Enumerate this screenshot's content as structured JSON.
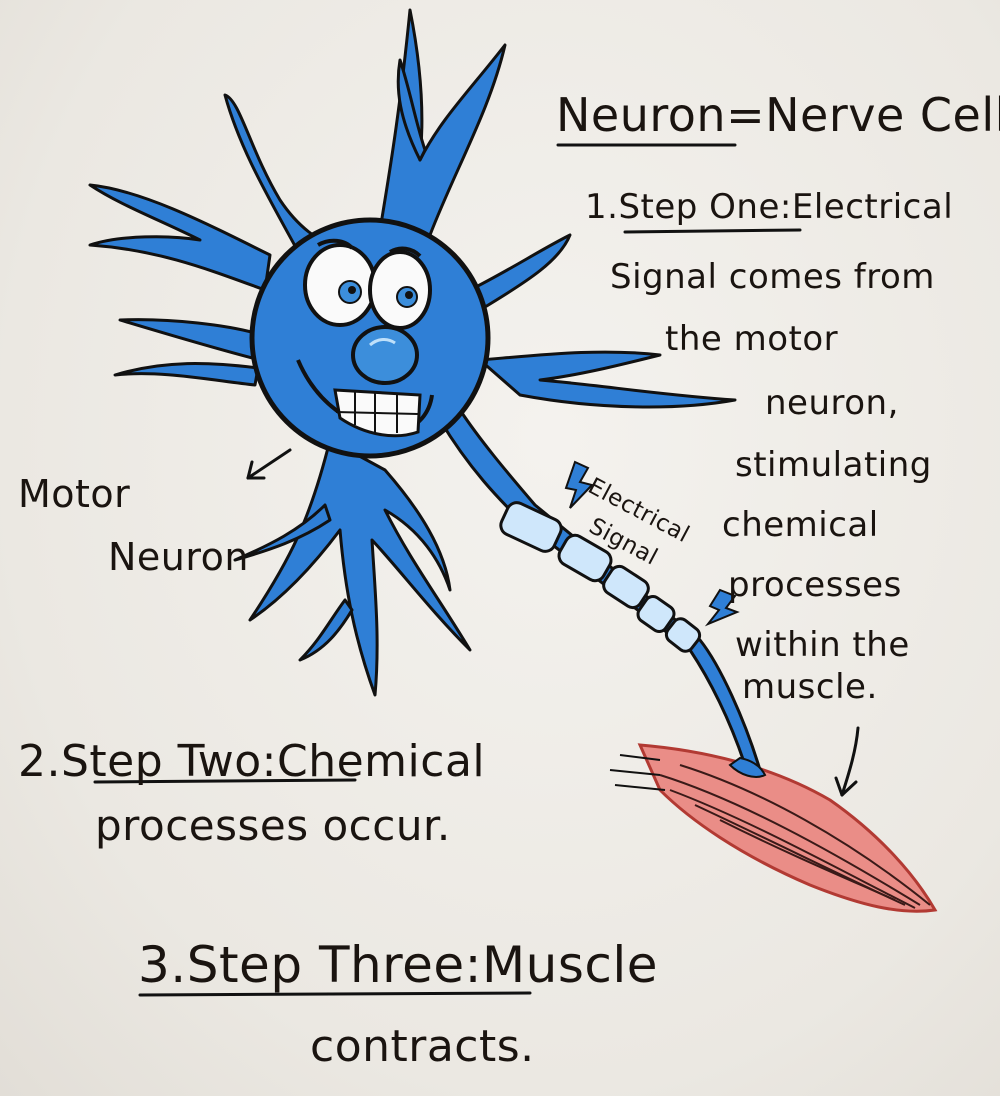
{
  "title": {
    "left": "Neuron",
    "eq": "=",
    "right": "Nerve Cell"
  },
  "step1": {
    "number": "1.",
    "heading": "Step One",
    "colon": ":",
    "lines": [
      "Electrical",
      "Signal comes from",
      "the motor",
      "neuron,",
      "stimulating",
      "chemical",
      "processes",
      "within the",
      "muscle."
    ]
  },
  "labels": {
    "motor_line1": "Motor",
    "motor_line2": "Neuron",
    "signal_line1": "Electrical",
    "signal_line2": "Signal"
  },
  "step2": {
    "number": "2.",
    "heading": "Step Two",
    "colon": ":",
    "line1_rest": "Chemical",
    "line2": "processes occur."
  },
  "step3": {
    "number": "3.",
    "heading": "Step Three",
    "colon": ":",
    "line1_rest": "Muscle",
    "line2": "contracts."
  },
  "colors": {
    "neuron": "#2f7fd6",
    "neuron_light": "#6fb2f0",
    "outline": "#111111",
    "muscle": "#ea8d87",
    "marker": "#1a1410"
  }
}
